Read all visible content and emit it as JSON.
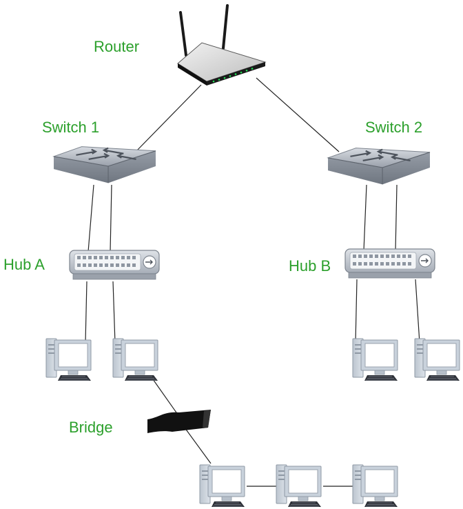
{
  "colors": {
    "label": "#2ca02c",
    "link": "#222222",
    "monitor_frame": "#c9d2dc",
    "screen": "#ffffff",
    "device_gray": "#aeb5bf",
    "router_body": "#1a1a1a",
    "led": "#22dd55"
  },
  "labels": {
    "router": "Router",
    "switch1": "Switch 1",
    "switch2": "Switch 2",
    "hub_a": "Hub A",
    "hub_b": "Hub B",
    "bridge": "Bridge"
  },
  "devices": [
    {
      "id": "router",
      "type": "router",
      "icon": "router-icon"
    },
    {
      "id": "switch1",
      "type": "switch",
      "icon": "switch-icon"
    },
    {
      "id": "switch2",
      "type": "switch",
      "icon": "switch-icon"
    },
    {
      "id": "hub_a",
      "type": "hub",
      "icon": "hub-icon"
    },
    {
      "id": "hub_b",
      "type": "hub",
      "icon": "hub-icon"
    },
    {
      "id": "bridge",
      "type": "bridge",
      "icon": "bridge-icon"
    },
    {
      "id": "pc_a1",
      "type": "computer",
      "icon": "computer-icon"
    },
    {
      "id": "pc_a2",
      "type": "computer",
      "icon": "computer-icon"
    },
    {
      "id": "pc_b1",
      "type": "computer",
      "icon": "computer-icon"
    },
    {
      "id": "pc_b2",
      "type": "computer",
      "icon": "computer-icon"
    },
    {
      "id": "pc_c1",
      "type": "computer",
      "icon": "computer-icon"
    },
    {
      "id": "pc_c2",
      "type": "computer",
      "icon": "computer-icon"
    },
    {
      "id": "pc_c3",
      "type": "computer",
      "icon": "computer-icon"
    }
  ],
  "connections": [
    [
      "router",
      "switch1"
    ],
    [
      "router",
      "switch2"
    ],
    [
      "switch1",
      "hub_a"
    ],
    [
      "switch1",
      "hub_a"
    ],
    [
      "switch2",
      "hub_b"
    ],
    [
      "switch2",
      "hub_b"
    ],
    [
      "hub_a",
      "pc_a1"
    ],
    [
      "hub_a",
      "pc_a2"
    ],
    [
      "hub_b",
      "pc_b1"
    ],
    [
      "hub_b",
      "pc_b2"
    ],
    [
      "pc_a2",
      "bridge"
    ],
    [
      "bridge",
      "pc_c1"
    ],
    [
      "pc_c1",
      "pc_c2"
    ],
    [
      "pc_c2",
      "pc_c3"
    ]
  ]
}
